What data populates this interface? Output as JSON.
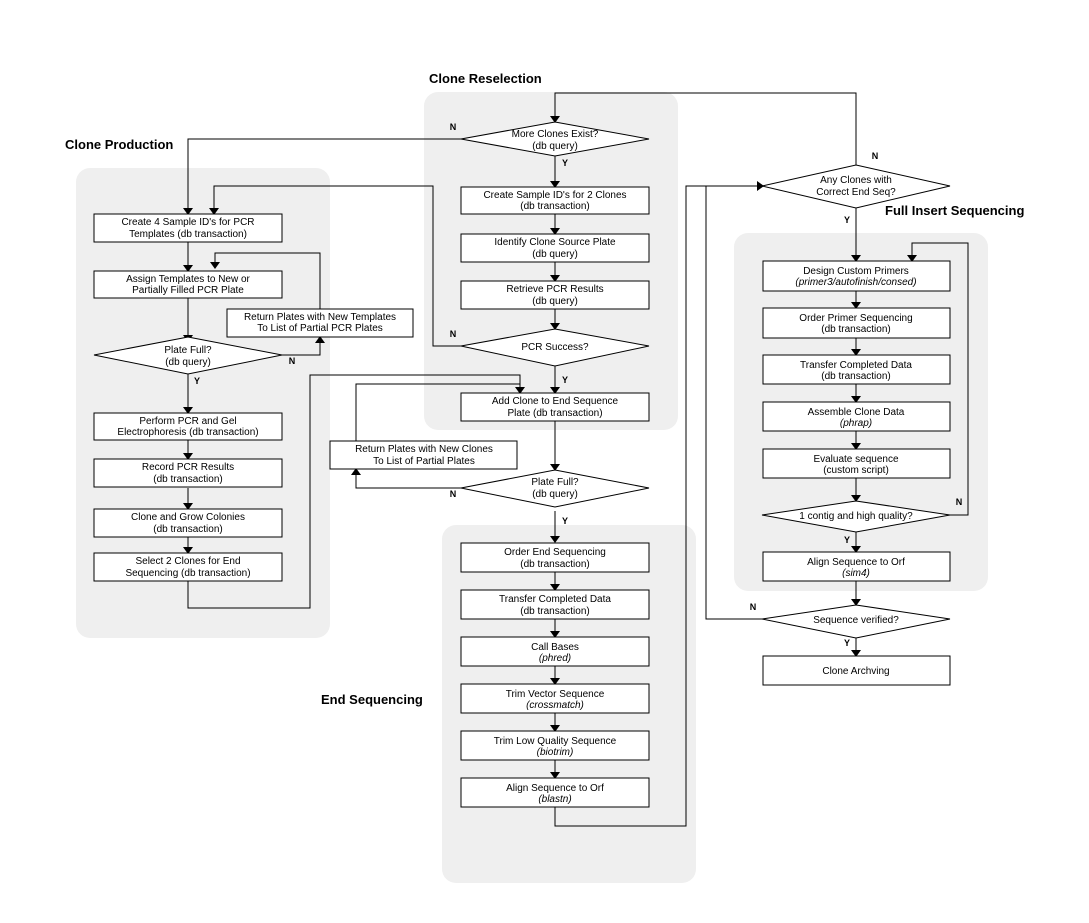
{
  "sections": {
    "clone_production": "Clone Production",
    "clone_reselection": "Clone Reselection",
    "full_insert_sequencing": "Full Insert Sequencing",
    "end_sequencing": "End Sequencing"
  },
  "steps": {
    "create_4_ids": {
      "line1": "Create 4 Sample ID's for PCR",
      "line2": "Templates (db transaction)"
    },
    "assign_templates": {
      "line1": "Assign Templates to New or",
      "line2": "Partially Filled PCR Plate"
    },
    "return_templates": {
      "line1": "Return Plates with New Templates",
      "line2": "To List of Partial PCR Plates"
    },
    "plate_full_1": {
      "line1": "Plate Full?",
      "line2": "(db query)"
    },
    "perform_pcr": {
      "line1": "Perform PCR and Gel",
      "line2": "Electrophoresis (db transaction)"
    },
    "record_pcr": {
      "line1": "Record PCR Results",
      "line2": "(db transaction)"
    },
    "clone_grow": {
      "line1": "Clone and Grow Colonies",
      "line2": "(db transaction)"
    },
    "select_2": {
      "line1": "Select 2 Clones for End",
      "line2": "Sequencing (db transaction)"
    },
    "more_clones": {
      "line1": "More Clones Exist?",
      "line2": "(db query)"
    },
    "create_2_ids": {
      "line1": "Create Sample ID's for 2 Clones",
      "line2": "(db transaction)"
    },
    "identify_source": {
      "line1": "Identify Clone Source Plate",
      "line2": "(db query)"
    },
    "retrieve_pcr": {
      "line1": "Retrieve PCR Results",
      "line2": "(db query)"
    },
    "pcr_success": {
      "line1": "PCR Success?"
    },
    "add_clone": {
      "line1": "Add Clone to End Sequence",
      "line2": "Plate (db transaction)"
    },
    "return_clones": {
      "line1": "Return Plates with New Clones",
      "line2": "To List of Partial Plates"
    },
    "plate_full_2": {
      "line1": "Plate Full?",
      "line2": "(db query)"
    },
    "order_end": {
      "line1": "Order End Sequencing",
      "line2": "(db transaction)"
    },
    "transfer_1": {
      "line1": "Transfer Completed Data",
      "line2": "(db transaction)"
    },
    "call_bases": {
      "line1": "Call Bases",
      "line2": "(phred)"
    },
    "trim_vector": {
      "line1": "Trim Vector Sequence",
      "line2": "(crossmatch)"
    },
    "trim_quality": {
      "line1": "Trim Low Quality Sequence",
      "line2": "(biotrim)"
    },
    "align_blastn": {
      "line1": "Align Sequence to Orf",
      "line2": "(blastn)"
    },
    "any_clones": {
      "line1": "Any Clones with",
      "line2": "Correct End Seq?"
    },
    "design_primers": {
      "line1": "Design Custom Primers",
      "line2": "(primer3/autofinish/consed)"
    },
    "order_primer": {
      "line1": "Order Primer Sequencing",
      "line2": "(db transaction)"
    },
    "transfer_2": {
      "line1": "Transfer Completed Data",
      "line2": "(db transaction)"
    },
    "assemble": {
      "line1": "Assemble Clone Data",
      "line2": "(phrap)"
    },
    "evaluate": {
      "line1": "Evaluate sequence",
      "line2": "(custom script)"
    },
    "contig": {
      "line1": "1 contig and high quality?"
    },
    "align_sim4": {
      "line1": "Align Sequence to Orf",
      "line2": "(sim4)"
    },
    "verified": {
      "line1": "Sequence verified?"
    },
    "archiving": {
      "line1": "Clone Archving"
    }
  },
  "labels": {
    "yes": "Y",
    "no": "N"
  }
}
